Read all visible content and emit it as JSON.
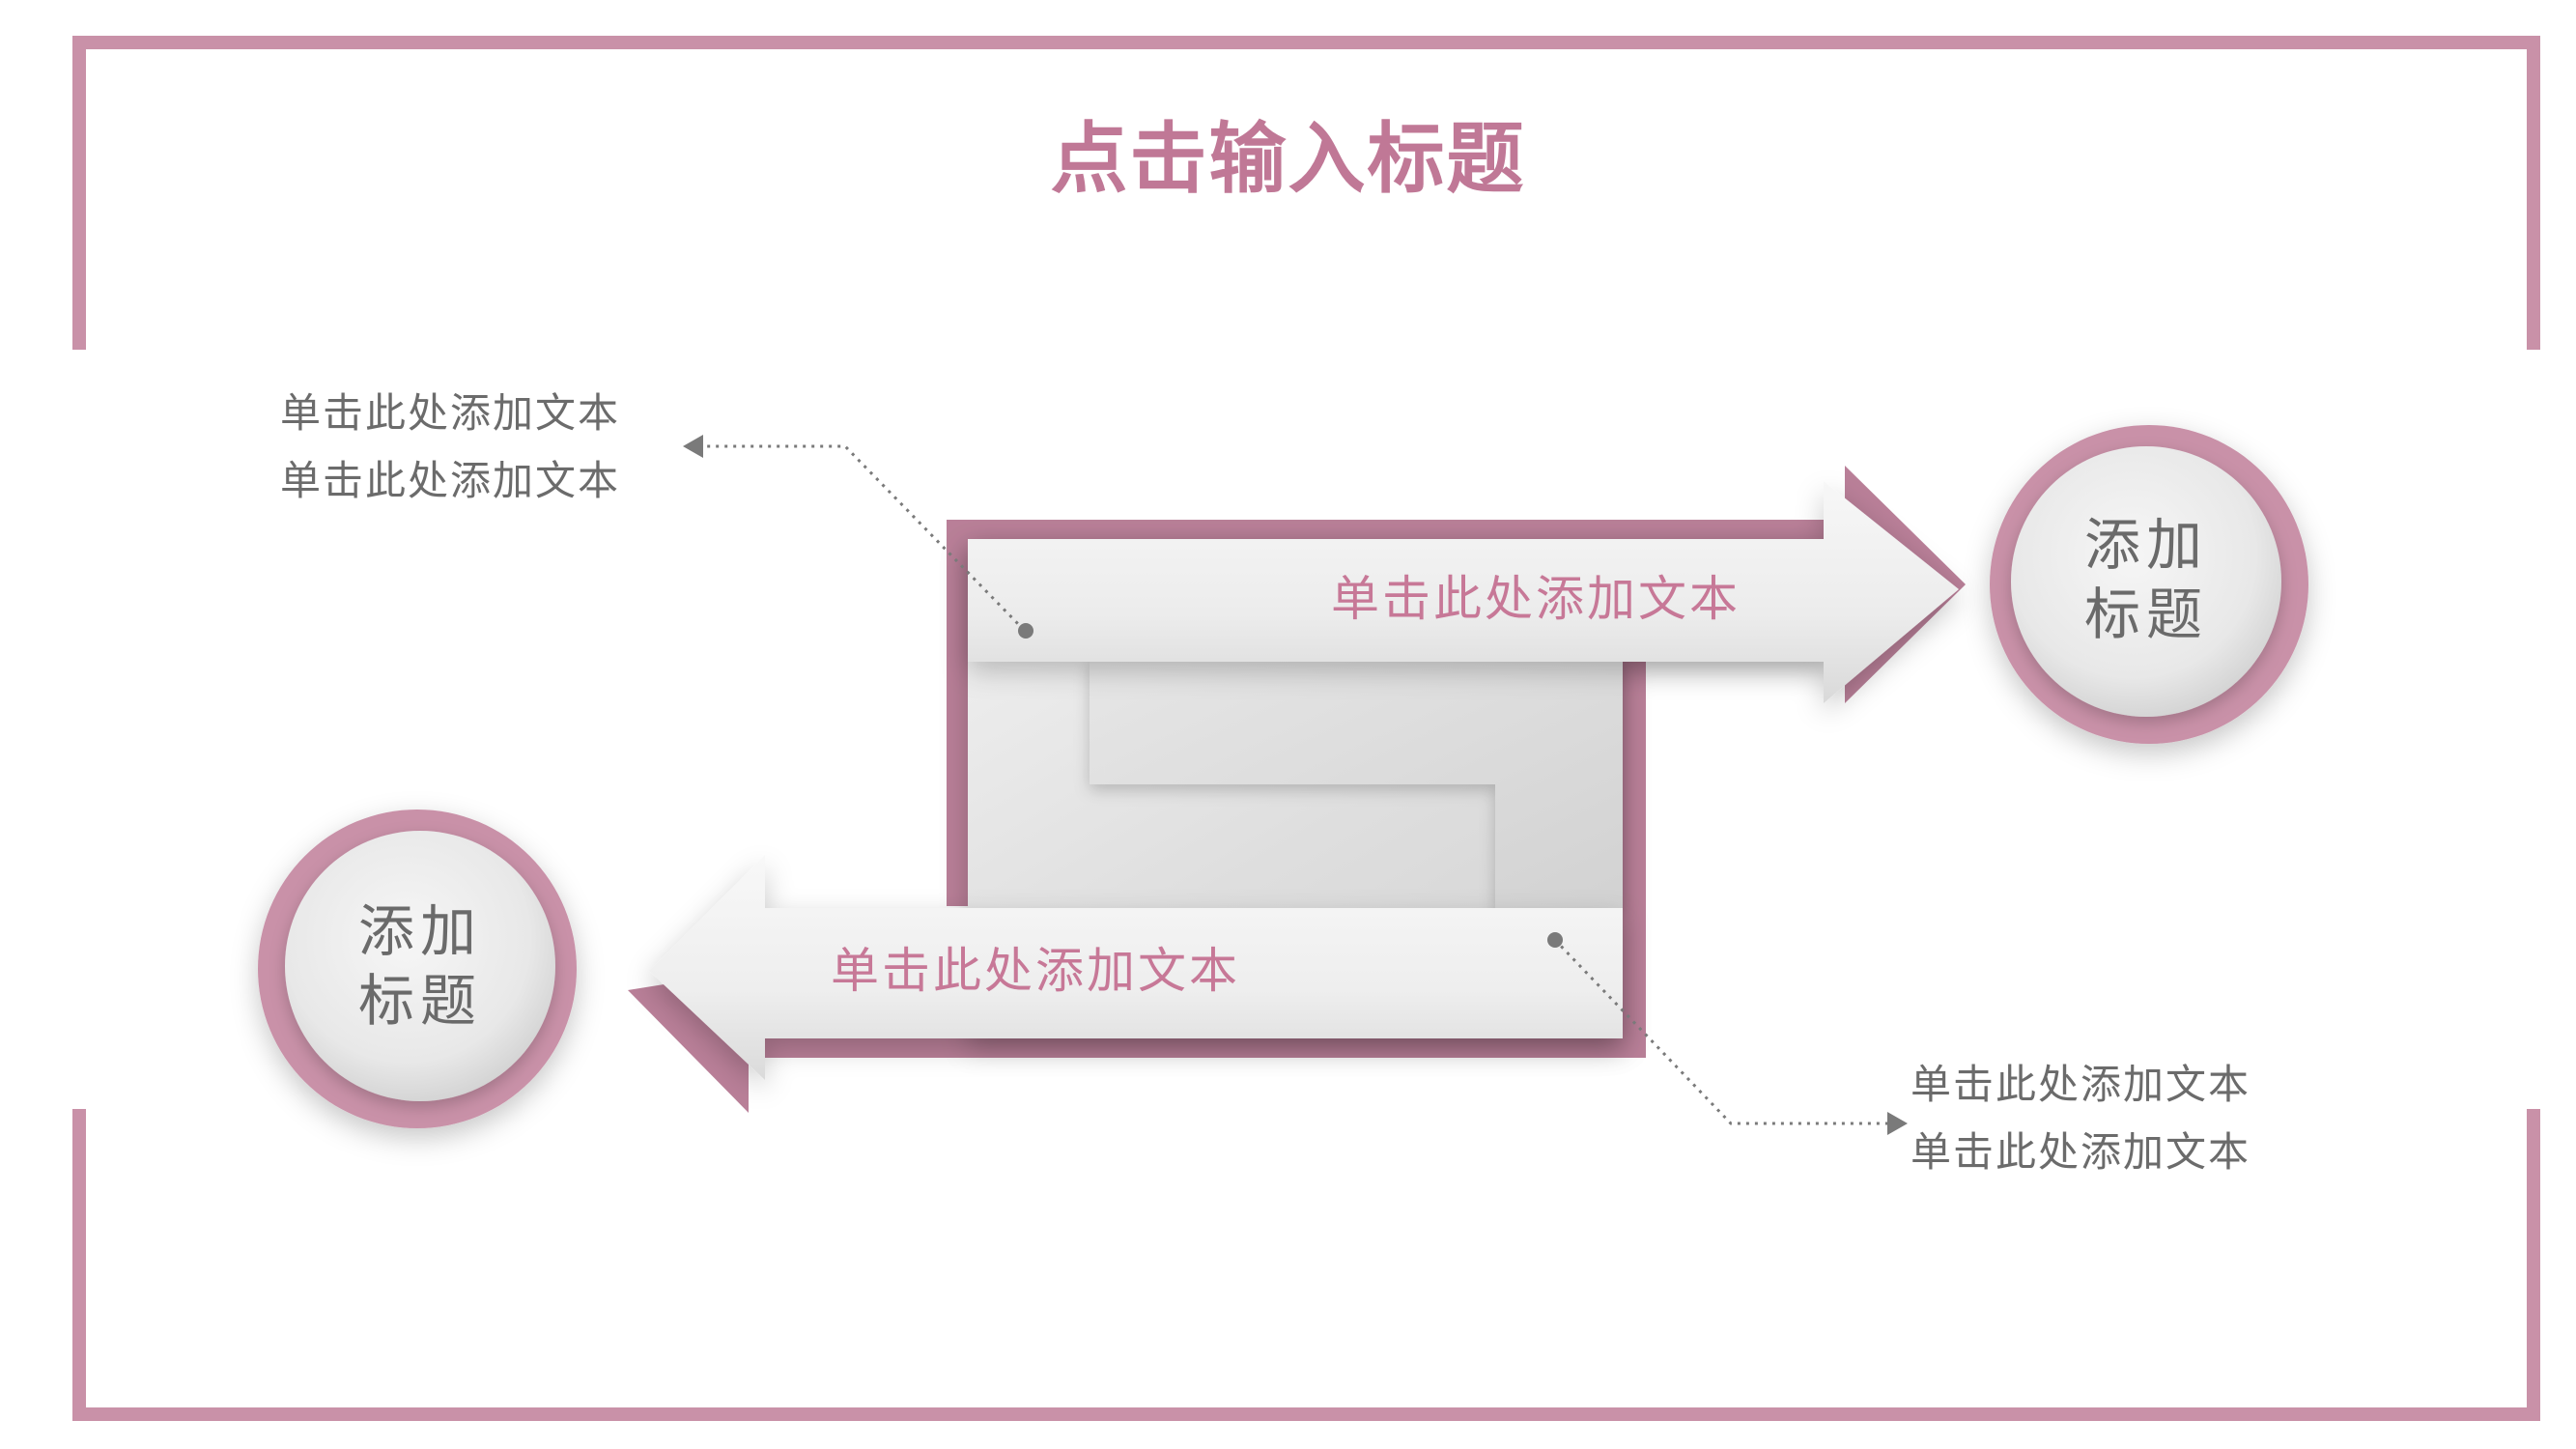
{
  "title": "点击输入标题",
  "colors": {
    "accent": "#c991a8",
    "accent_text": "#c07896",
    "body_text": "#6b6b6b"
  },
  "arrows": {
    "top_label": "单击此处添加文本",
    "bottom_label": "单击此处添加文本"
  },
  "circles": {
    "right": {
      "line1": "添加",
      "line2": "标题"
    },
    "left": {
      "line1": "添加",
      "line2": "标题"
    }
  },
  "notes": {
    "top_left": {
      "line1": "单击此处添加文本",
      "line2": "单击此处添加文本"
    },
    "bottom_right": {
      "line1": "单击此处添加文本",
      "line2": "单击此处添加文本"
    }
  }
}
